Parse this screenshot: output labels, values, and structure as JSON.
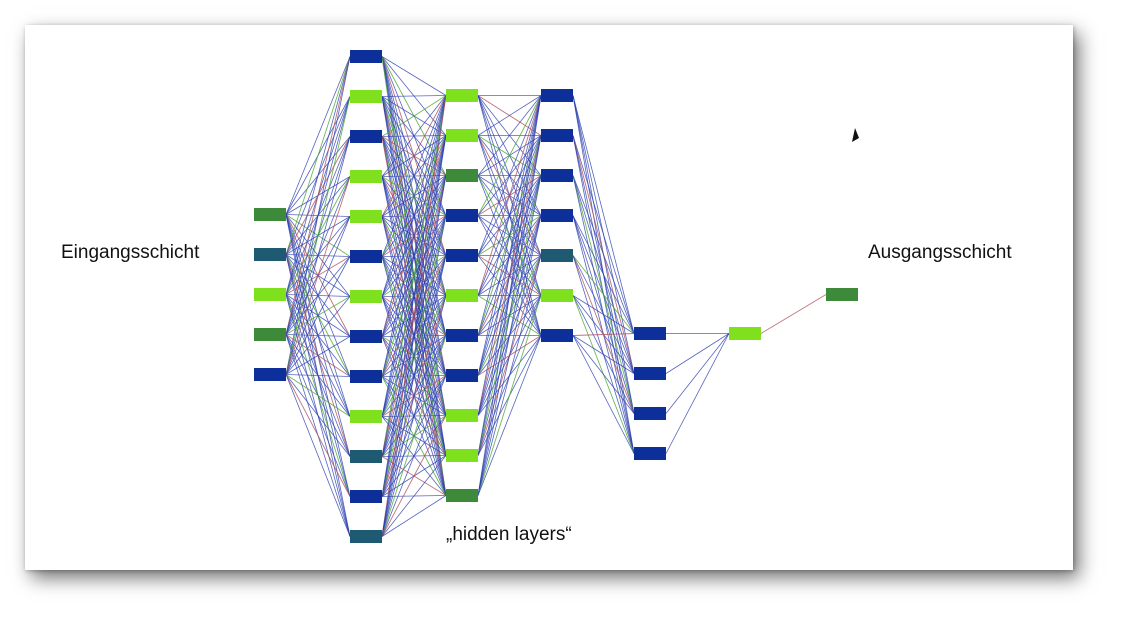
{
  "labels": {
    "input_layer": "Eingangsschicht",
    "output_layer": "Ausgangsschicht",
    "hidden_layers": "„hidden layers“"
  },
  "colors": {
    "background": "#ffffff",
    "node_blue": "#0d2f9a",
    "node_lime": "#7fe01e",
    "node_green": "#3d8a3a",
    "node_teal": "#1e5a72",
    "edge_blue": "#2a3fae",
    "edge_red": "#b0505a",
    "edge_green": "#4aa832"
  },
  "network": {
    "layers": [
      {
        "name": "input",
        "nodes": [
          "green",
          "teal",
          "lime",
          "green",
          "blue"
        ]
      },
      {
        "name": "hidden1",
        "nodes": [
          "blue",
          "lime",
          "blue",
          "lime",
          "lime",
          "blue",
          "lime",
          "blue",
          "blue",
          "lime",
          "teal",
          "blue",
          "teal"
        ]
      },
      {
        "name": "hidden2",
        "nodes": [
          "lime",
          "lime",
          "green",
          "blue",
          "blue",
          "lime",
          "blue",
          "blue",
          "lime",
          "lime",
          "green"
        ]
      },
      {
        "name": "hidden3",
        "nodes": [
          "blue",
          "blue",
          "blue",
          "blue",
          "teal",
          "lime",
          "blue"
        ]
      },
      {
        "name": "hidden4",
        "nodes": [
          "blue",
          "blue",
          "blue",
          "blue"
        ]
      },
      {
        "name": "hidden5",
        "nodes": [
          "lime"
        ]
      },
      {
        "name": "output",
        "nodes": [
          "green"
        ]
      }
    ]
  }
}
